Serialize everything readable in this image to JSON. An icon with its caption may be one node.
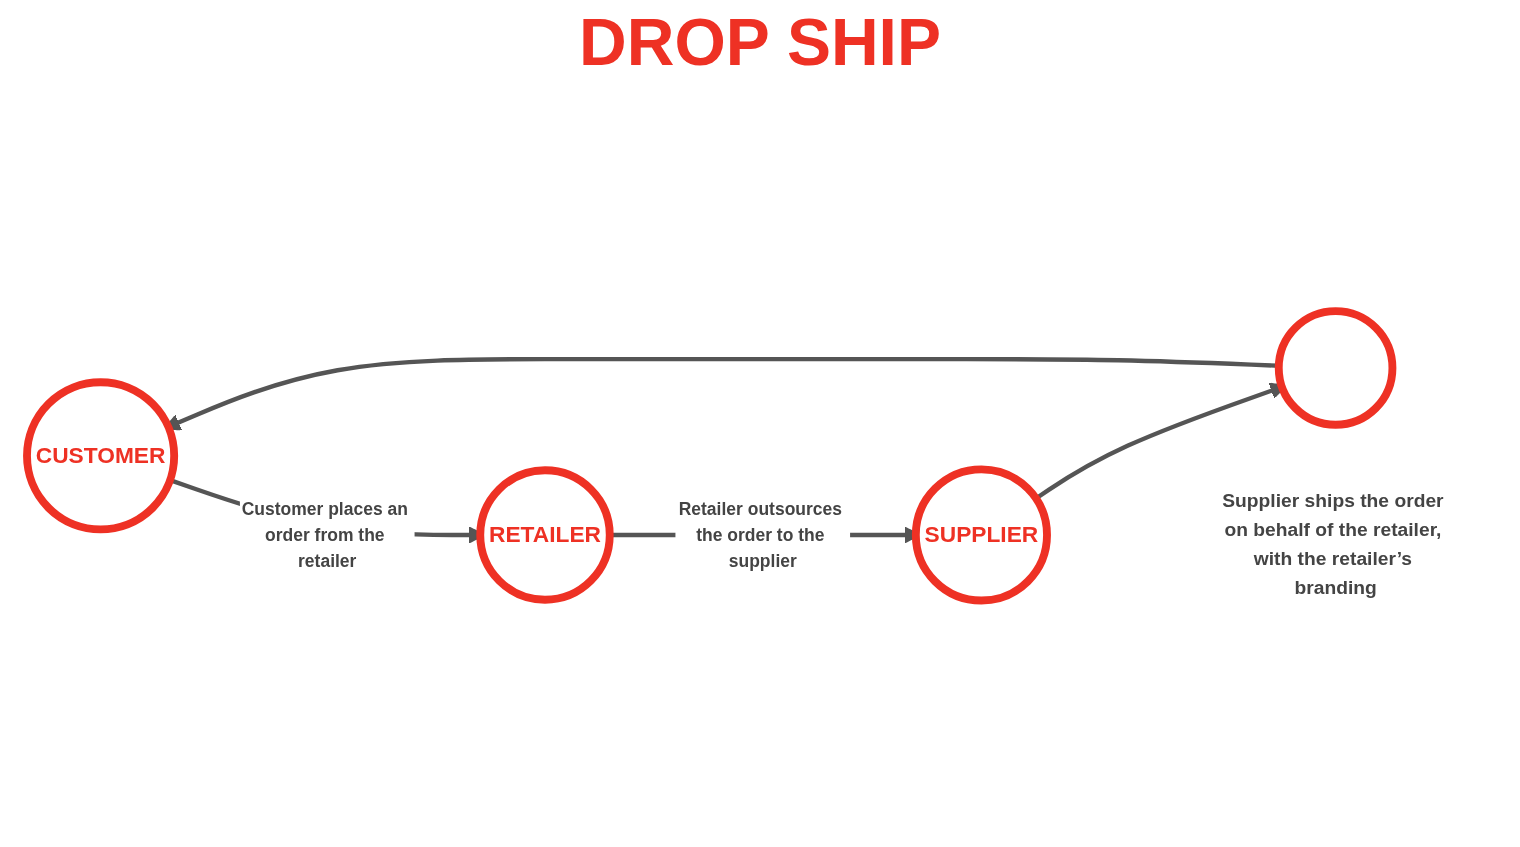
{
  "diagram": {
    "title": "DROP SHIP",
    "nodes": [
      {
        "text": [
          "CUSTOMER"
        ]
      },
      {
        "text": [
          "RETAILER"
        ]
      },
      {
        "text": [
          "SUPPLIER"
        ]
      },
      {
        "text": [],
        "shape": "circle",
        "beside": [
          "Supplier ships the order on behalf of the retailer, with the retailer’s branding"
        ]
      }
    ],
    "edges": [
      {
        "from": 0,
        "to": 1,
        "arrow": "to",
        "label": "Customer places an order from the retailer"
      },
      {
        "from": 1,
        "to": 2,
        "arrow": "to",
        "label": "Retailer outsources the order to the supplier"
      },
      {
        "from": 2,
        "to": 3,
        "arrow": "to"
      },
      {
        "from": 3,
        "to": 0,
        "arrow": "to"
      }
    ]
  }
}
